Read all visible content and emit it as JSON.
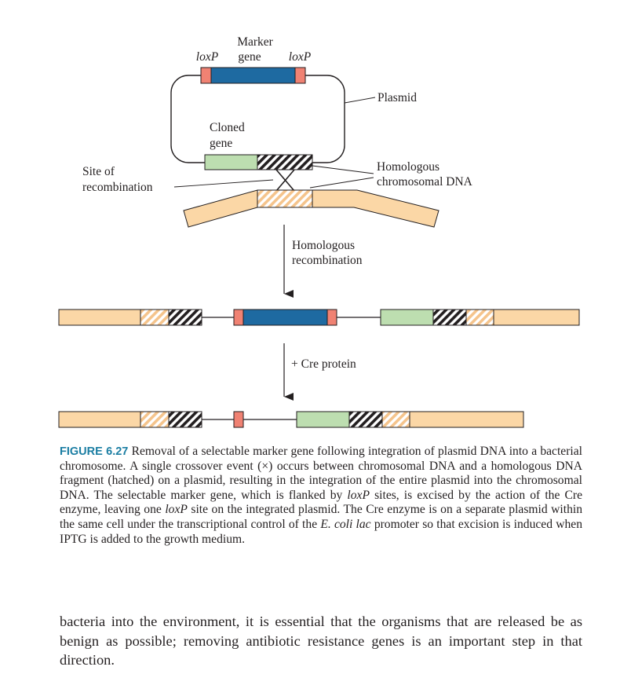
{
  "figure": {
    "labels": {
      "loxp_left": "loxP",
      "loxp_right": "loxP",
      "marker_gene_line1": "Marker",
      "marker_gene_line2": "gene",
      "plasmid": "Plasmid",
      "cloned_gene_line1": "Cloned",
      "cloned_gene_line2": "gene",
      "site_line1": "Site of",
      "site_line2": "recombination",
      "homologous_line1": "Homologous",
      "homologous_line2": "chromosomal DNA",
      "step1_line1": "Homologous",
      "step1_line2": "recombination",
      "step2": "+ Cre protein"
    },
    "colors": {
      "chromosome": "#fbd7a6",
      "marker_gene": "#1e6aa1",
      "loxp": "#f08273",
      "cloned_gene": "#bddeb0",
      "hatch_dark": "#231f20",
      "hatch_light": "#f5c48c"
    }
  },
  "caption": {
    "label": "FIGURE 6.27",
    "seg1": " Removal of a selectable marker gene following integration of plasmid DNA into a bacterial chromosome. A single crossover event (×) occurs between chromosomal DNA and a homologous DNA fragment (hatched) on a plasmid, resulting in the integration of the entire plasmid into the chromosomal DNA. The selectable marker gene, which is flanked by ",
    "loxp1": "loxP",
    "seg2": " sites, is excised by the action of the Cre enzyme, leaving one ",
    "loxp2": "loxP",
    "seg3": " site on the integrated plasmid. The Cre enzyme is on a separate plasmid within the same cell under the transcriptional control of the ",
    "ecoli_lac": "E. coli lac",
    "seg4": " promoter so that excision is induced when IPTG is added to the growth medium."
  },
  "body_text": "bacteria into the environment, it is essential that the organisms that are released be as benign as possible; removing antibiotic resistance genes is an important step in that direction."
}
